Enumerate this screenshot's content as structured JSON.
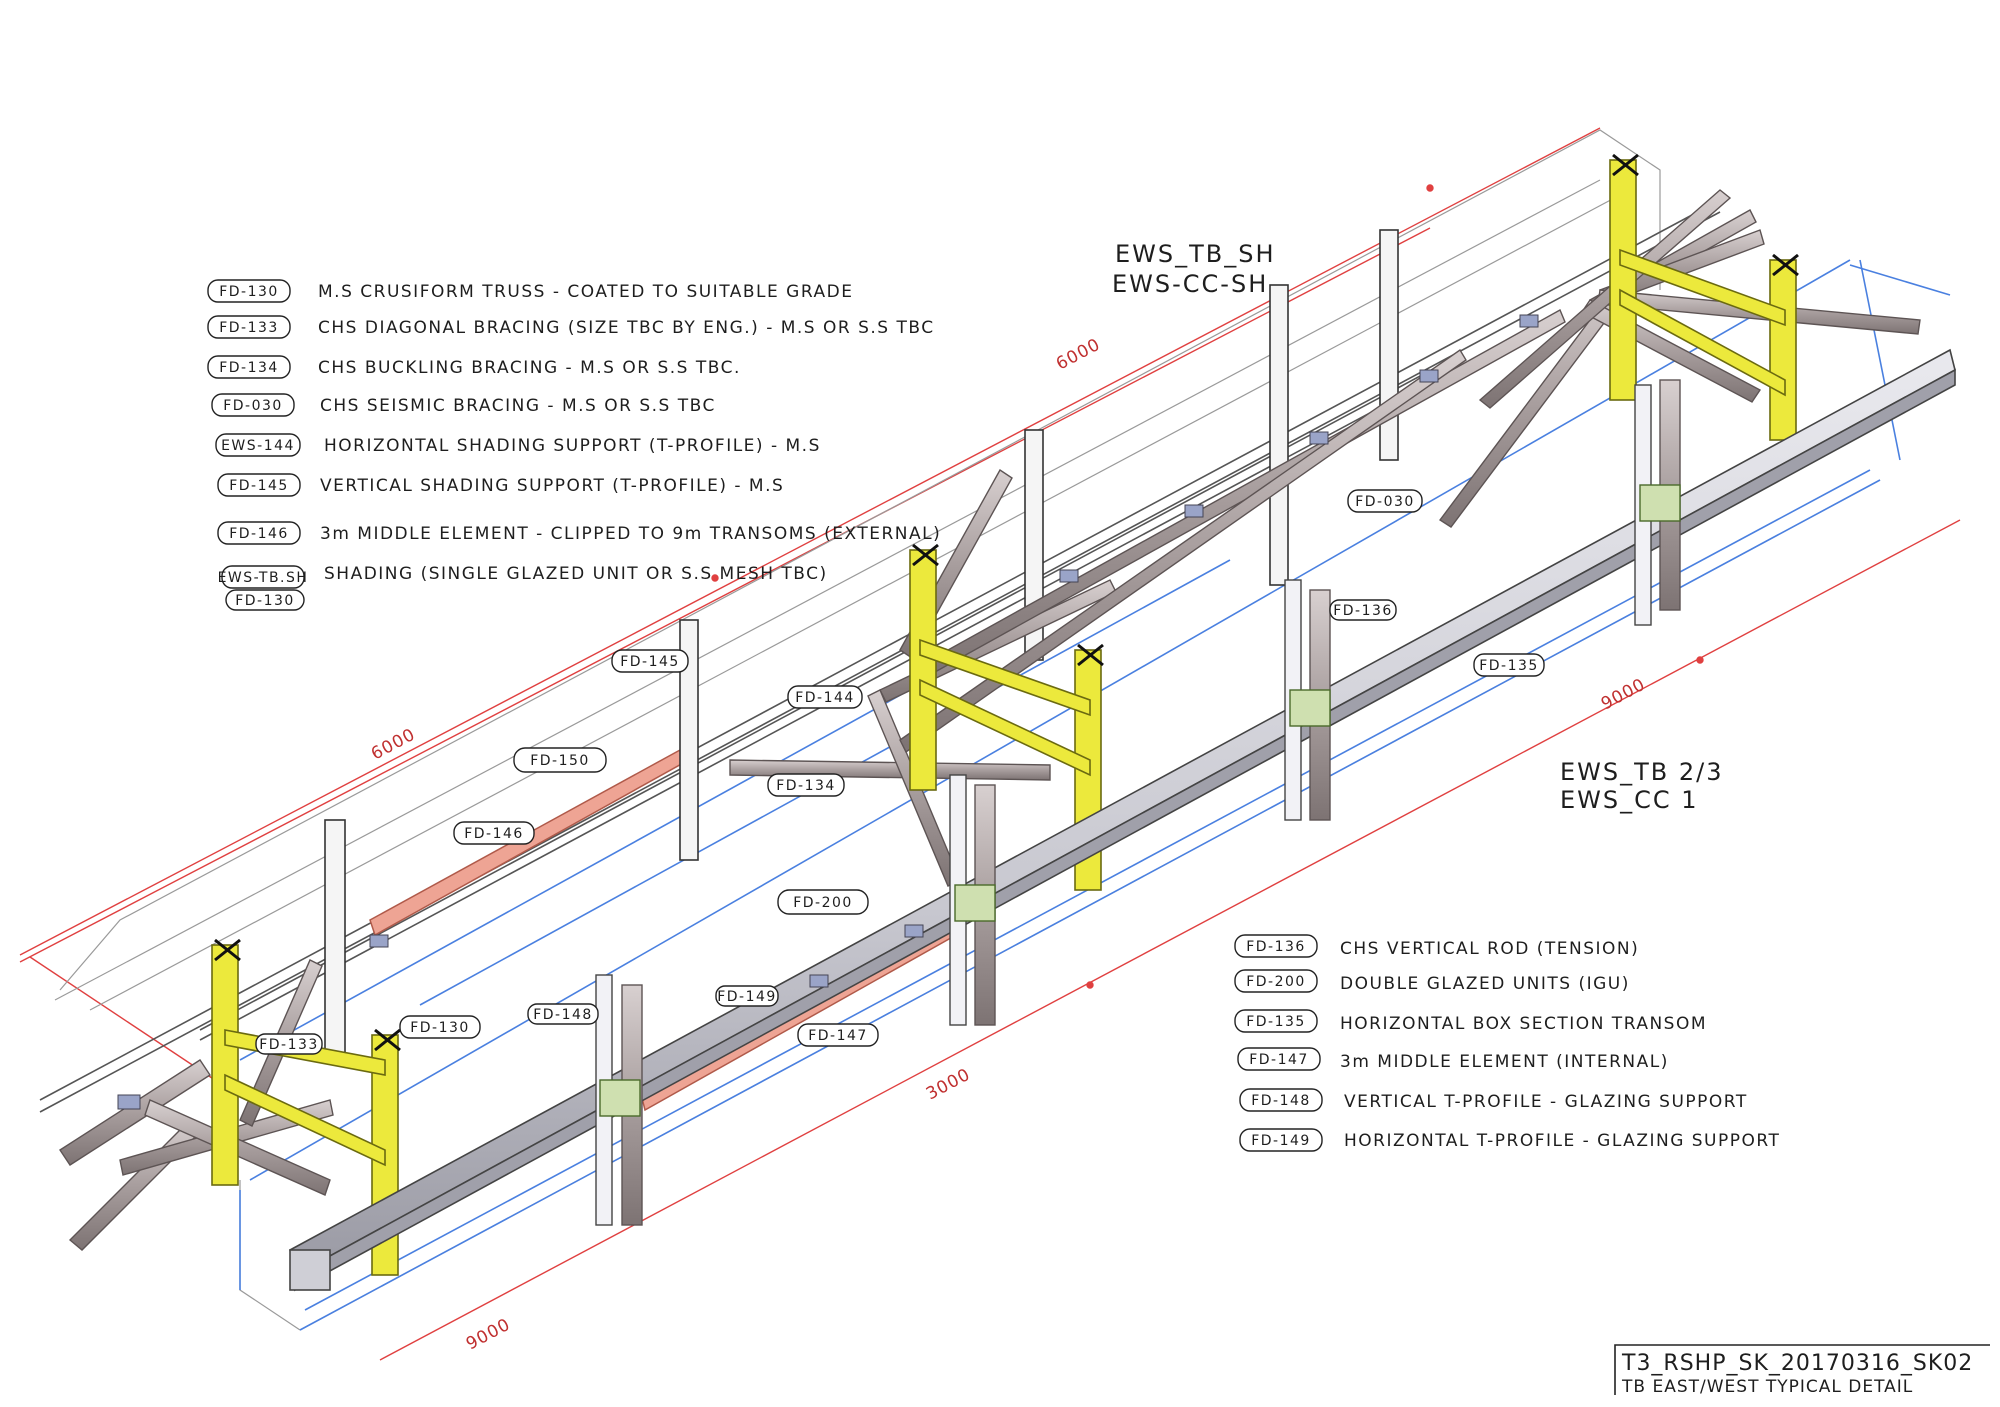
{
  "legend_left": [
    {
      "code": "FD-130",
      "text": "M.S CRUSIFORM TRUSS - COATED TO SUITABLE GRADE"
    },
    {
      "code": "FD-133",
      "text": "CHS DIAGONAL BRACING (SIZE TBC BY ENG.) - M.S OR S.S TBC"
    },
    {
      "code": "FD-134",
      "text": "CHS BUCKLING BRACING - M.S OR S.S TBC."
    },
    {
      "code": "FD-030",
      "text": "CHS SEISMIC BRACING - M.S OR S.S TBC"
    },
    {
      "code": "EWS-144",
      "text": "HORIZONTAL SHADING SUPPORT (T-PROFILE) - M.S"
    },
    {
      "code": "FD-145",
      "text": "VERTICAL SHADING SUPPORT (T-PROFILE) - M.S"
    },
    {
      "code": "FD-146",
      "text": "3m MIDDLE ELEMENT - CLIPPED TO 9m TRANSOMS (EXTERNAL)"
    },
    {
      "code": "EWS-TB.SH",
      "text": "SHADING (SINGLE GLAZED UNIT OR S.S MESH TBC)"
    }
  ],
  "legend_left_extra_code": "FD-130",
  "legend_right": [
    {
      "code": "FD-136",
      "text": "CHS VERTICAL ROD (TENSION)"
    },
    {
      "code": "FD-200",
      "text": "DOUBLE GLAZED UNITS (IGU)"
    },
    {
      "code": "FD-135",
      "text": "HORIZONTAL BOX SECTION TRANSOM"
    },
    {
      "code": "FD-147",
      "text": "3m MIDDLE ELEMENT (INTERNAL)"
    },
    {
      "code": "FD-148",
      "text": "VERTICAL T-PROFILE - GLAZING SUPPORT"
    },
    {
      "code": "FD-149",
      "text": "HORIZONTAL T-PROFILE - GLAZING SUPPORT"
    }
  ],
  "zone_labels": {
    "top_line1": "EWS_TB_SH",
    "top_line2": "EWS-CC-SH",
    "mid_line1": "EWS_TB 2/3",
    "mid_line2": "EWS_CC 1"
  },
  "tags": {
    "fd145": "FD-145",
    "fd144": "FD-144",
    "fd150": "FD-150",
    "fd134": "FD-134",
    "fd146": "FD-146",
    "fd030": "FD-030",
    "fd136": "FD-136",
    "fd135": "FD-135",
    "fd200": "FD-200",
    "fd149": "FD-149",
    "fd147": "FD-147",
    "fd148": "FD-148",
    "fd133": "FD-133",
    "fd130": "FD-130"
  },
  "dimensions": {
    "top_long": "6000",
    "left_long": "6000",
    "right_long": "9000",
    "bottom_mid": "3000",
    "bottom_left": "9000"
  },
  "title_block": {
    "line1": "T3_RSHP_SK_20170316_SK02",
    "line2": "TB EAST/WEST TYPICAL DETAIL"
  },
  "colors": {
    "yellow": "#ece93c",
    "pink": "#eea494",
    "grey_steel": "#a89e9e",
    "blue_glass": "#4a80e0",
    "red_dim": "#e04040"
  }
}
